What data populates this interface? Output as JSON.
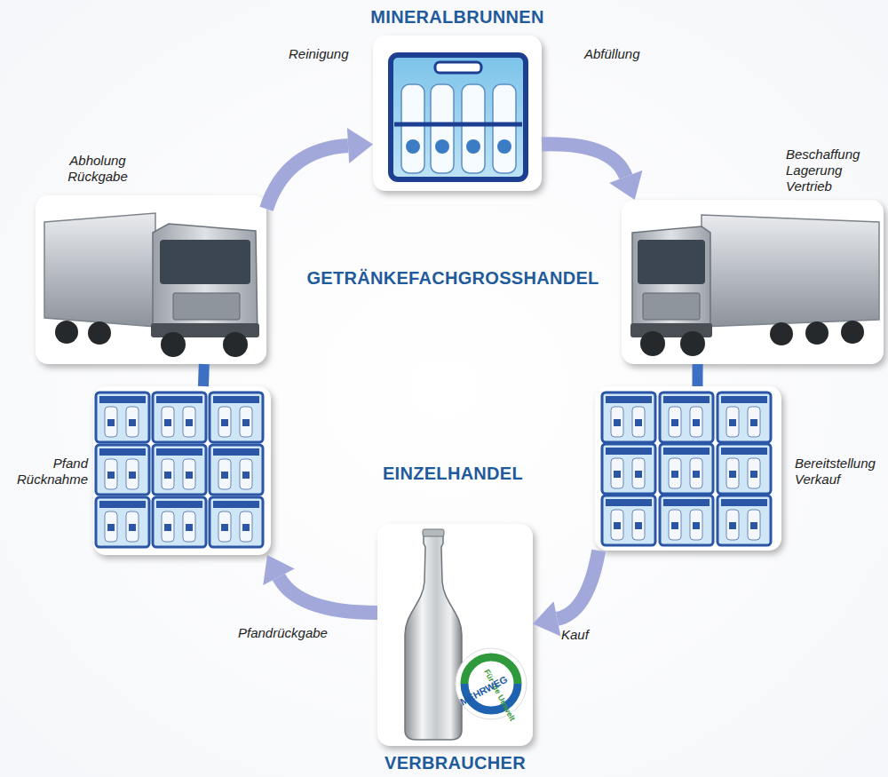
{
  "diagram": {
    "nodes": [
      {
        "text": [
          "MINERALBRUNNEN"
        ]
      },
      {
        "text": [
          "Beschaffung Lagerung Vertrieb"
        ]
      },
      {
        "text": [
          "Bereitstellung Verkauf"
        ]
      },
      {
        "text": [
          "VERBRAUCHER"
        ]
      },
      {
        "text": [
          "Pfand Rücknahme"
        ]
      },
      {
        "text": [
          "Abholung Rückgabe"
        ]
      }
    ],
    "edges": [
      {
        "from": 5,
        "to": 0,
        "arrow": "to"
      },
      {
        "from": 0,
        "to": 1,
        "arrow": "to"
      },
      {
        "from": 1,
        "to": 2,
        "arrow": "none"
      },
      {
        "from": 2,
        "to": 3,
        "label": "Kauf",
        "arrow": "to"
      },
      {
        "from": 3,
        "to": 4,
        "label": "Pfandrückgabe",
        "arrow": "to"
      },
      {
        "from": 4,
        "to": 5,
        "arrow": "none"
      }
    ],
    "labels": [
      "Reinigung",
      "Abfüllung",
      "GETRÄNKEFACHGROSSHANDEL",
      "EINZELHANDEL",
      "Für die Umwelt",
      "MEHRWEG"
    ]
  }
}
